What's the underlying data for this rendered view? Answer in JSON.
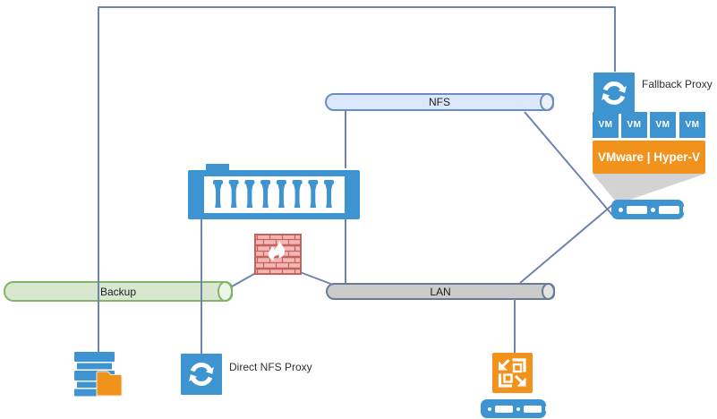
{
  "diagram": {
    "pipes": {
      "nfs": {
        "label": "NFS"
      },
      "backup": {
        "label": "Backup"
      },
      "lan": {
        "label": "LAN"
      }
    },
    "labels": {
      "fallback_proxy": "Fallback Proxy",
      "direct_nfs_proxy": "Direct NFS Proxy",
      "hypervisor": "VMware | Hyper-V"
    },
    "vm_labels": [
      "VM",
      "VM",
      "VM",
      "VM"
    ],
    "icons": {
      "fallback_proxy": "sync-arrows-icon",
      "direct_nfs_proxy": "sync-arrows-icon",
      "storage_array": "storage-controller-icon",
      "firewall": "brick-wall-flame-icon",
      "backup_repository": "stacked-disks-folder-icon",
      "proxy_appliance": "data-mover-arrows-icon",
      "host_server_right": "rack-server-icon",
      "host_server_bottom": "rack-server-icon"
    },
    "colors": {
      "node_blue": "#3E94D1",
      "accent_orange": "#F0921B",
      "pipe_blue_fill": "#DBE8FB",
      "pipe_blue_stroke": "#6C8EBF",
      "pipe_green_fill": "#D7E7D0",
      "pipe_green_stroke": "#82B366",
      "pipe_gray_fill": "#CBCBCB",
      "pipe_gray_stroke": "#6A7B94",
      "connector": "#7082AE",
      "firewall_fill": "#F2B6B4",
      "firewall_stroke": "#C4625F",
      "funnel_gray": "#D3D3D3"
    }
  }
}
